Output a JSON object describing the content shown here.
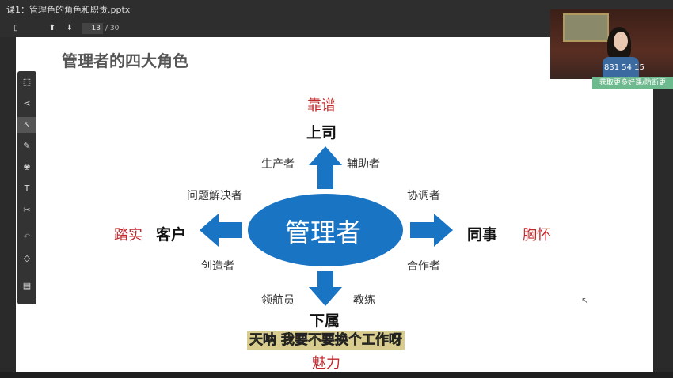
{
  "window": {
    "title": "课1：管理色的角色和职责.pptx"
  },
  "toolbar": {
    "page": "13",
    "total": "/ 30"
  },
  "slide": {
    "title": "管理者的四大角色",
    "center": "管理者",
    "top": {
      "quality": "靠谱",
      "role": "上司",
      "left": "生产者",
      "right": "辅助者"
    },
    "right": {
      "quality": "胸怀",
      "role": "同事",
      "upper": "协调者",
      "lower": "合作者"
    },
    "left": {
      "quality": "踏实",
      "role": "客户",
      "upper": "问题解决者",
      "lower": "创造者"
    },
    "bottom": {
      "quality": "魅力",
      "role": "下属",
      "left": "领航员",
      "right": "教练"
    }
  },
  "webcam": {
    "banner": "获取更多好课/防断更",
    "overlay": "831 54 15"
  },
  "subtitle": "天呐 我要不要换个工作呀",
  "colors": {
    "accent": "#1a74c4",
    "red": "#c0282c"
  }
}
